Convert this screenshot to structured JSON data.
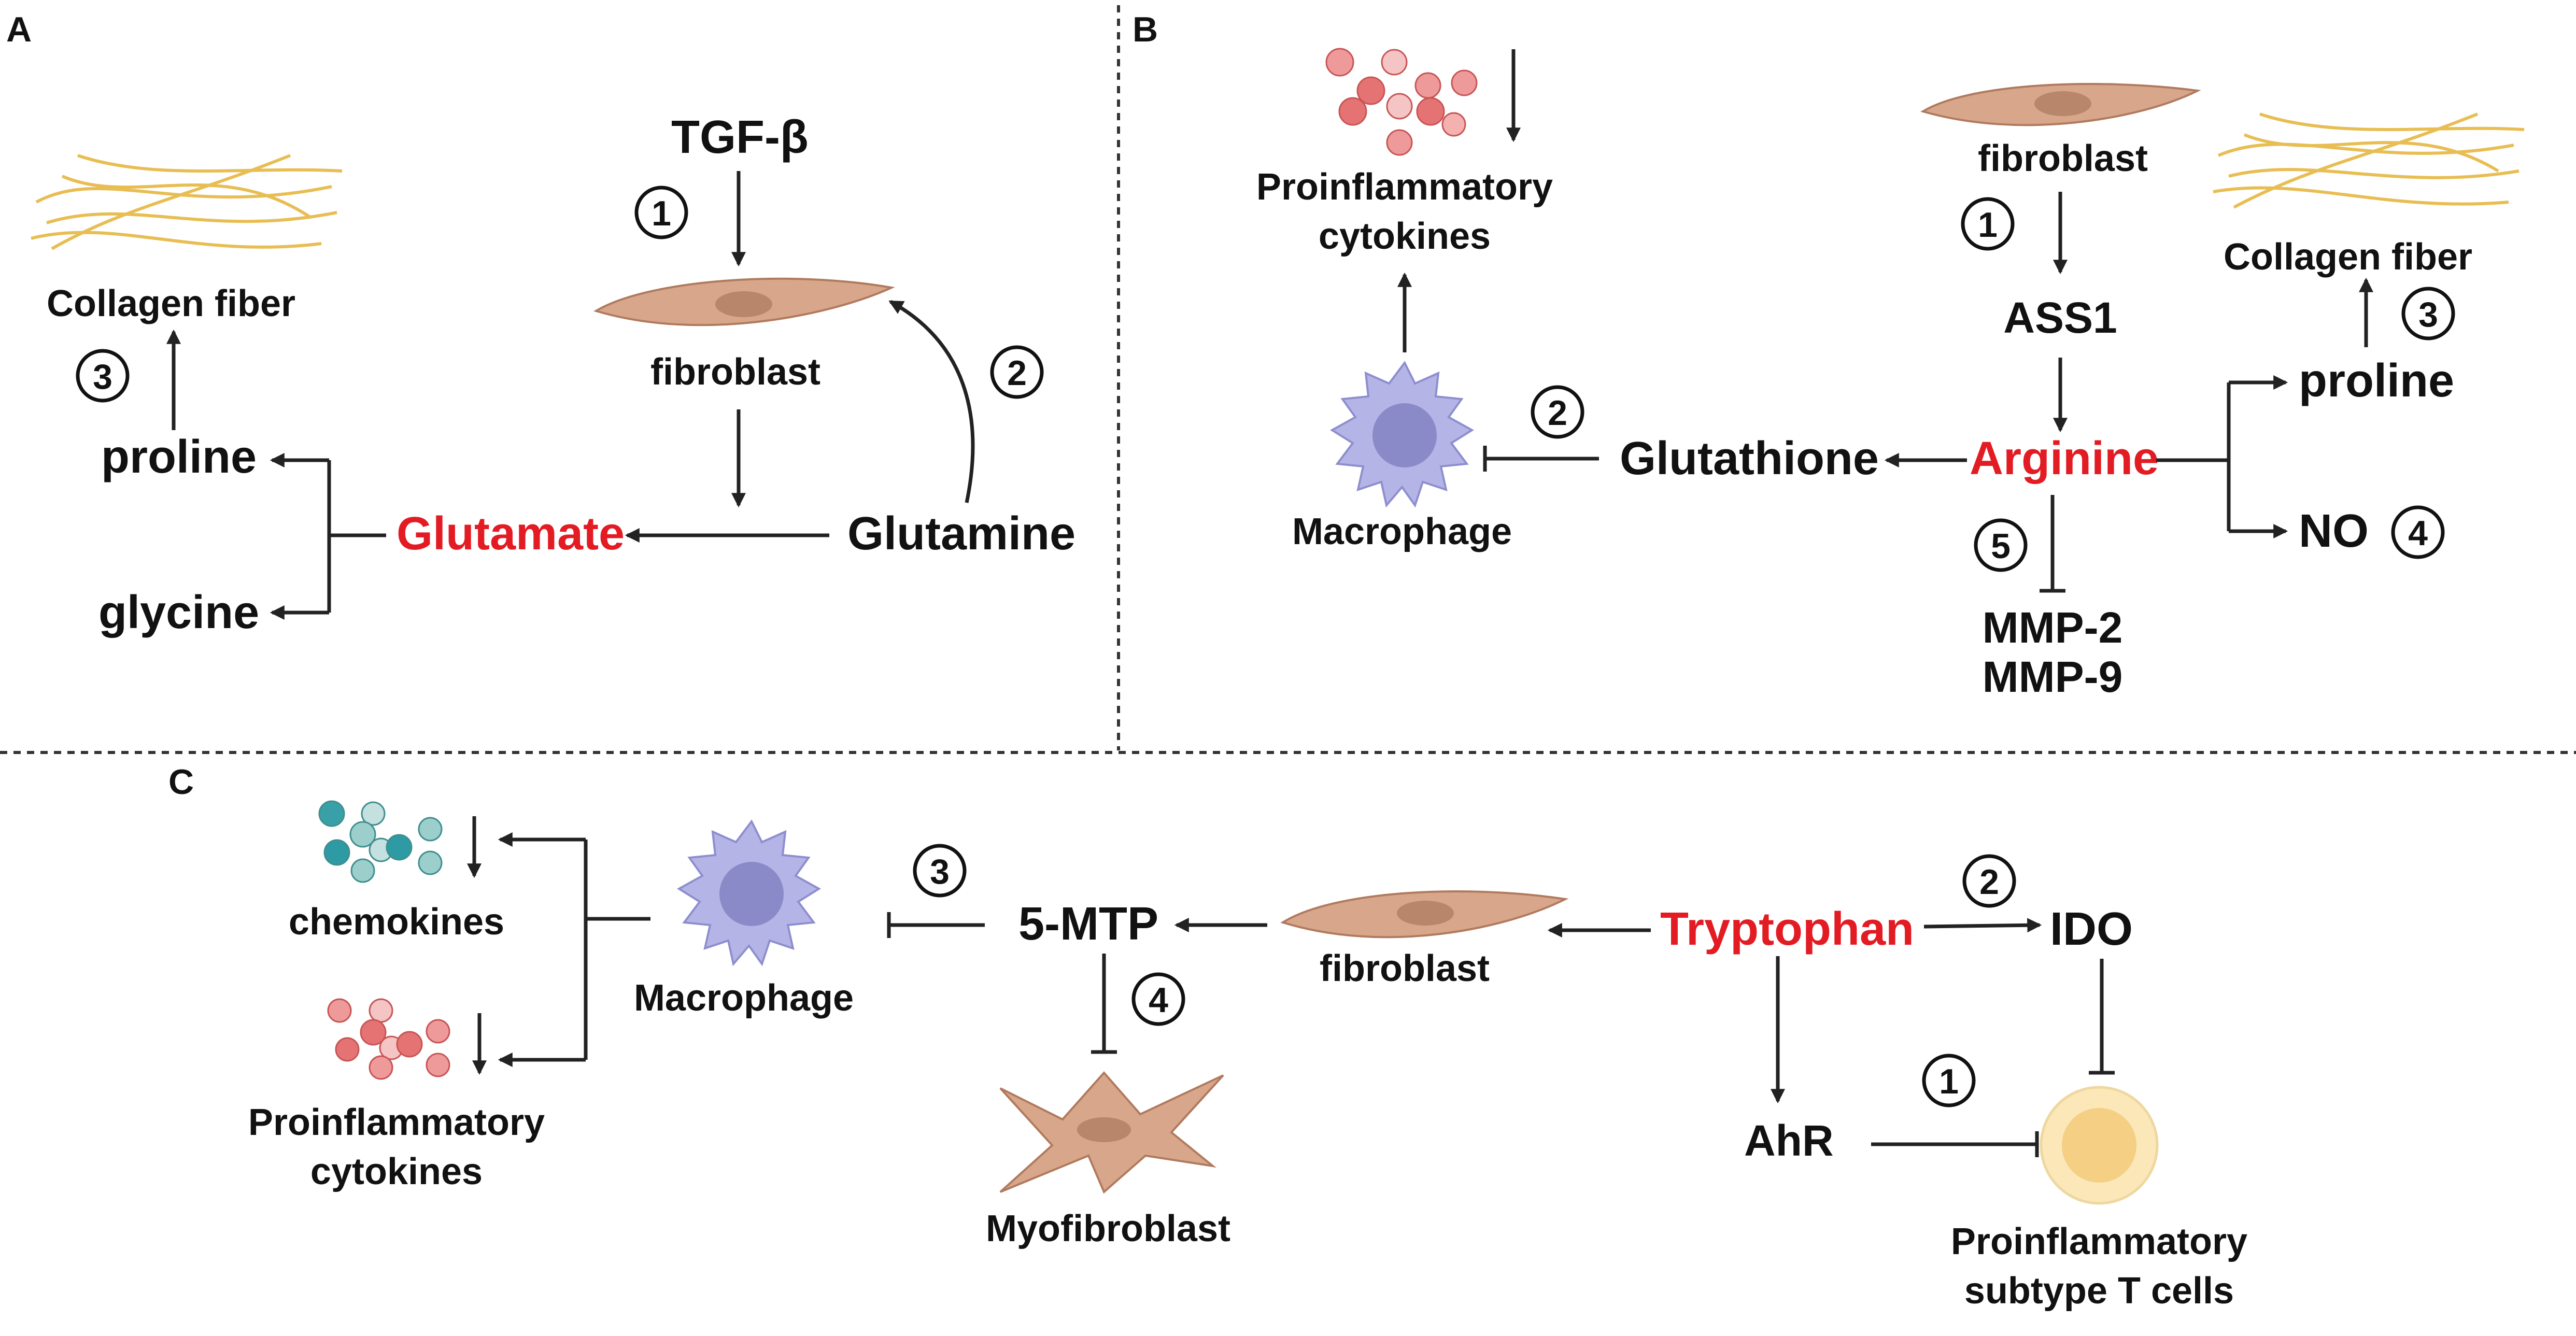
{
  "colors": {
    "highlight": "#e31b23",
    "text": "#111111",
    "fibroblast": "#d8a68a",
    "macrophage": "#b4b4e6",
    "cytokine_red": "#e57373",
    "chemokine_teal": "#4aa5a5",
    "collagen": "#e6b640",
    "tcell": "#f4cf84"
  },
  "panels": {
    "A": {
      "label": "A",
      "tgf": "TGF-β",
      "fibroblast": "fibroblast",
      "glutamine": "Glutamine",
      "glutamate": "Glutamate",
      "proline": "proline",
      "glycine": "glycine",
      "collagen": "Collagen fiber",
      "steps": [
        "1",
        "2",
        "3"
      ]
    },
    "B": {
      "label": "B",
      "cytokines_line1": "Proinflammatory",
      "cytokines_line2": "cytokines",
      "macrophage": "Macrophage",
      "glutathione": "Glutathione",
      "fibroblast": "fibroblast",
      "ass1": "ASS1",
      "arginine": "Arginine",
      "mmp2": "MMP-2",
      "mmp9": "MMP-9",
      "collagen": "Collagen fiber",
      "proline": "proline",
      "no": "NO",
      "steps": [
        "1",
        "2",
        "3",
        "4",
        "5"
      ]
    },
    "C": {
      "label": "C",
      "chemokines": "chemokines",
      "cytokines_line1": "Proinflammatory",
      "cytokines_line2": "cytokines",
      "macrophage": "Macrophage",
      "mtp": "5-MTP",
      "myofibroblast": "Myofibroblast",
      "fibroblast": "fibroblast",
      "tryptophan": "Tryptophan",
      "ido": "IDO",
      "ahr": "AhR",
      "tcells_line1": "Proinflammatory",
      "tcells_line2": "subtype T cells",
      "steps": [
        "1",
        "2",
        "3",
        "4"
      ]
    }
  }
}
